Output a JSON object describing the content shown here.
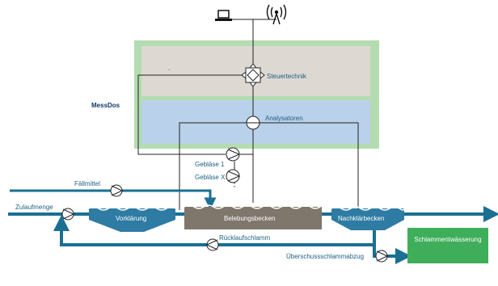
{
  "colors": {
    "pipe": "#1a6f93",
    "panel_outer": "#b4dcb1",
    "panel_top": "#ddd9d2",
    "panel_bottom": "#b9d1ea",
    "tank_water": "#2e7ba3",
    "tank_activated": "#7f766c",
    "sludge_box": "#3fae5a"
  },
  "labels": {
    "steuertechnik": "Steuertechnik",
    "messdos": "MessDos",
    "analysatoren": "Analysatoren",
    "geblaese_1": "Gebläse 1",
    "geblaese_x": "Gebläse X",
    "faellmittel": "Fällmittel",
    "zulaufmenge": "Zulaufmenge",
    "vorklaerung": "Vorklärung",
    "belebungsbecken": "Belebungsbecken",
    "nachklaerbecken": "Nachklärbecken",
    "ruecklaufschlamm": "Rücklaufschlamm",
    "ueberschussschlammabzug": "Überschussschlammabzug",
    "schlammentwaesserung": "Schlammentwässerung",
    "panel_dot": "."
  },
  "icons": {
    "computer": "laptop-icon",
    "antenna": "antenna-icon",
    "controller": "controller-icon"
  }
}
